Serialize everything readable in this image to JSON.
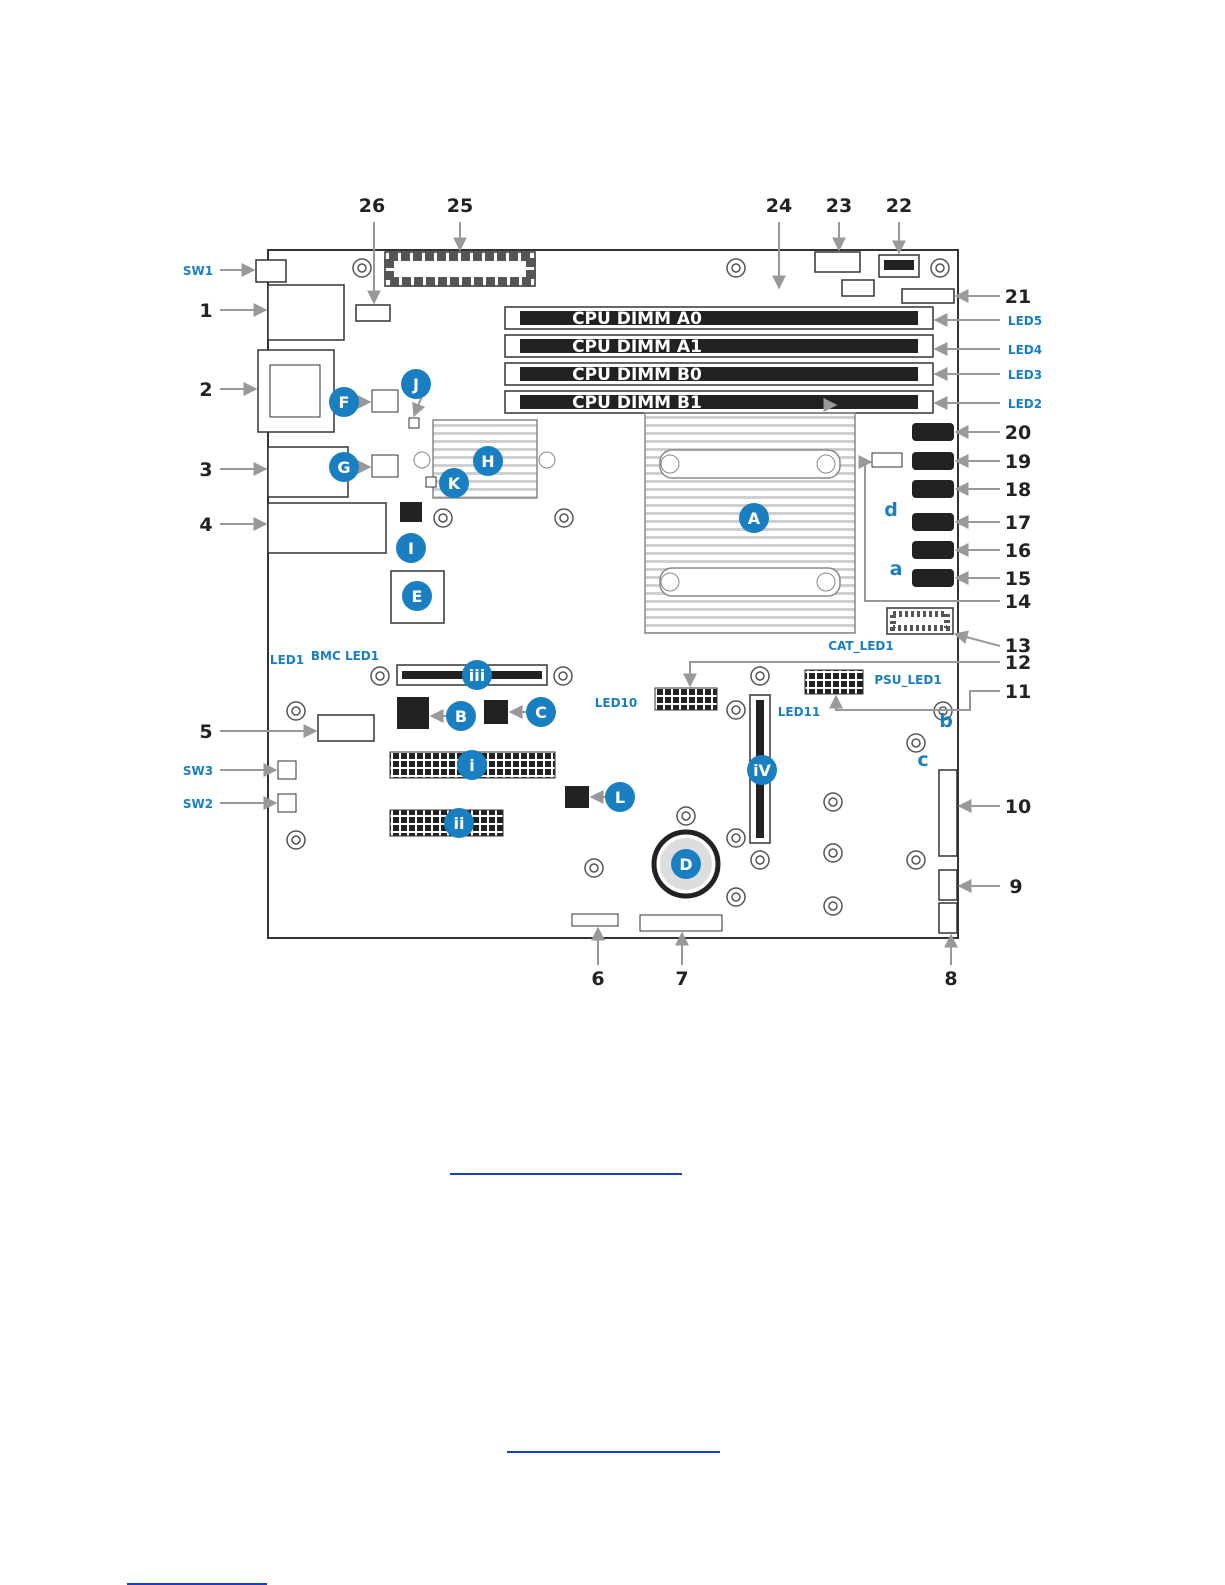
{
  "diagram": {
    "numbers": [
      "1",
      "2",
      "3",
      "4",
      "5",
      "6",
      "7",
      "8",
      "9",
      "10",
      "11",
      "12",
      "13",
      "14",
      "15",
      "16",
      "17",
      "18",
      "19",
      "20",
      "21",
      "22",
      "23",
      "24",
      "25",
      "26"
    ],
    "leds": {
      "sw1": "SW1",
      "sw2": "SW2",
      "sw3": "SW3",
      "led1": "LED1",
      "bmc_led1": "BMC LED1",
      "led2": "LED2",
      "led3": "LED3",
      "led4": "LED4",
      "led5": "LED5",
      "led10": "LED10",
      "led11": "LED11",
      "cat_led1": "CAT_LED1",
      "psu_led1": "PSU_LED1"
    },
    "dimms": [
      "CPU DIMM A0",
      "CPU DIMM A1",
      "CPU DIMM B0",
      "CPU DIMM B1"
    ],
    "callouts": {
      "A": "A",
      "B": "B",
      "C": "C",
      "D": "D",
      "E": "E",
      "F": "F",
      "G": "G",
      "H": "H",
      "I": "I",
      "J": "J",
      "K": "K",
      "L": "L",
      "i": "i",
      "ii": "ii",
      "iii": "iii",
      "iv": "iV"
    },
    "jumpers": {
      "a": "a",
      "b": "b",
      "c": "c",
      "d": "d"
    },
    "colors": {
      "accent": "#1a7fc1",
      "outline": "#333333",
      "arrow": "#999999"
    }
  }
}
